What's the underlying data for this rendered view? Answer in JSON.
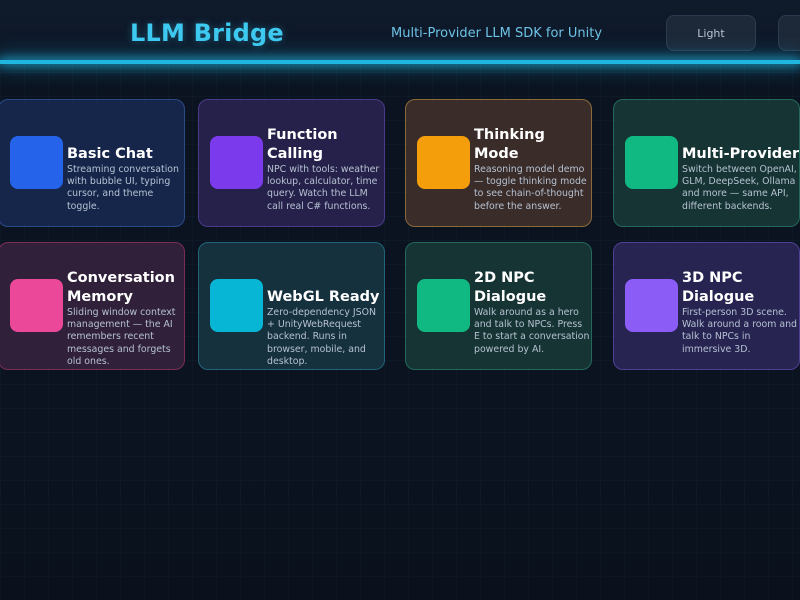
{
  "header": {
    "title": "LLM Bridge",
    "subtitle": "Multi-Provider LLM SDK for Unity",
    "theme_button_label": "Light"
  },
  "colors": {
    "accent": "#3ec9f0",
    "glow": "#1fb6e0",
    "background": "#0b1320"
  },
  "cards": [
    {
      "title": "Basic Chat",
      "description": "Streaming conversation with bubble UI, typing cursor, and theme toggle.",
      "swatch_color": "#2563eb",
      "bg_color": "#15264a",
      "border_color": "#2a4a86"
    },
    {
      "title": "Function\nCalling",
      "description": "NPC with tools: weather lookup, calculator, time query. Watch the LLM call real C# functions.",
      "swatch_color": "#7c3aed",
      "bg_color": "#26214a",
      "border_color": "#4a3a8a"
    },
    {
      "title": "Thinking\nMode",
      "description": "Reasoning model demo — toggle thinking mode to see chain-of-thought before the answer.",
      "swatch_color": "#f59e0b",
      "bg_color": "#3a2c28",
      "border_color": "#8a6a3a"
    },
    {
      "title": "Multi-Provider",
      "description": "Switch between OpenAI, GLM, DeepSeek, Ollama and more — same API, different backends.",
      "swatch_color": "#10b981",
      "bg_color": "#163433",
      "border_color": "#23685a"
    },
    {
      "title": "Conversation\nMemory",
      "description": "Sliding window context management — the AI remembers recent messages and forgets old ones.",
      "swatch_color": "#ec4899",
      "bg_color": "#30203a",
      "border_color": "#7a2e54"
    },
    {
      "title": "WebGL Ready",
      "description": "Zero-dependency JSON + UnityWebRequest backend. Runs in browser, mobile, and desktop.",
      "swatch_color": "#06b6d4",
      "bg_color": "#16313e",
      "border_color": "#1f6478"
    },
    {
      "title": "2D NPC\nDialogue",
      "description": "Walk around as a hero and talk to NPCs. Press E to start a conversation powered by AI.",
      "swatch_color": "#10b981",
      "bg_color": "#163433",
      "border_color": "#23685a"
    },
    {
      "title": "3D NPC\nDialogue",
      "description": "First-person 3D scene. Walk around a room and talk to NPCs in immersive 3D.",
      "swatch_color": "#8b5cf6",
      "bg_color": "#272451",
      "border_color": "#4f3f94"
    }
  ]
}
